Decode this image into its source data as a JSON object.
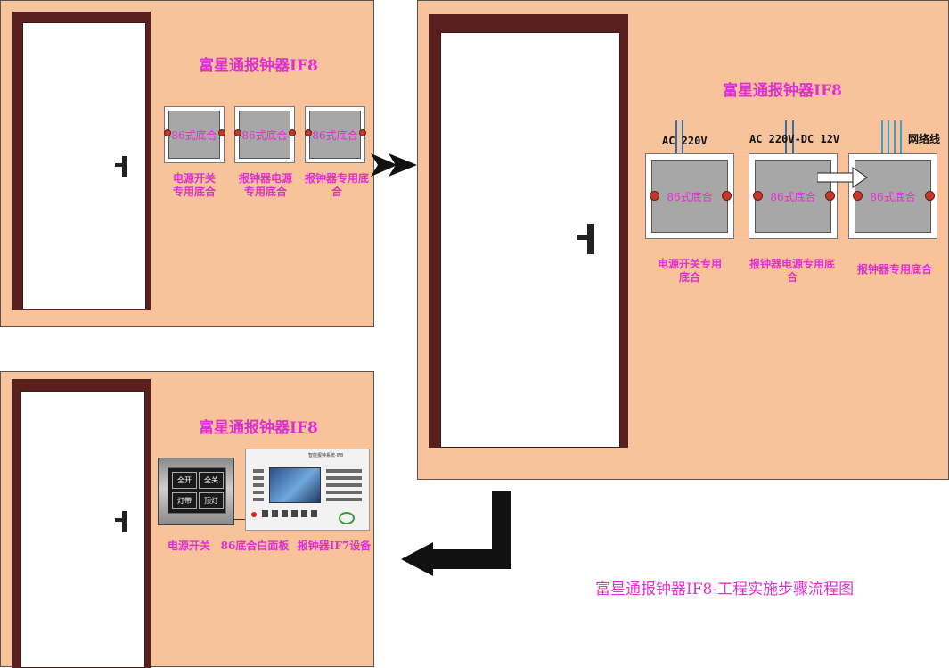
{
  "colors": {
    "panel_bg": "#f8c39b",
    "door_frame": "#5a2020",
    "title_text": "#e030d0",
    "box_gray": "#a7a7a7",
    "screw_red": "#c0392b",
    "wire_blue": "#2e7bd8"
  },
  "panel1": {
    "title": "富星通报钟器IF8",
    "boxes": [
      {
        "text": "86式底合",
        "label": "电源开关\n专用底合"
      },
      {
        "text": "86式底合",
        "label": "报钟器电源\n专用底合"
      },
      {
        "text": "86式底合",
        "label": "报钟器专用底\n合"
      }
    ]
  },
  "panel2": {
    "title": "富星通报钟器IF8",
    "boxes": [
      {
        "text": "86式底合",
        "label": "电源开关专用\n底合",
        "wire_label": "AC 220V"
      },
      {
        "text": "86式底合",
        "label": "报钟器电源专用底\n合",
        "wire_label": "AC 220V-DC 12V"
      },
      {
        "text": "86式底合",
        "label": "报钟器专用底合",
        "wire_label": "网络线"
      }
    ]
  },
  "panel3": {
    "title": "富星通报钟器IF8",
    "labels": [
      "电源开关",
      "86底合白面板",
      "报钟器IF7设备"
    ],
    "switch_buttons": [
      "全开",
      "全关",
      "灯带",
      "顶灯"
    ],
    "device_header": "智能报钟系统·IF8"
  },
  "caption": "富星通报钟器IF8-工程实施步骤流程图"
}
